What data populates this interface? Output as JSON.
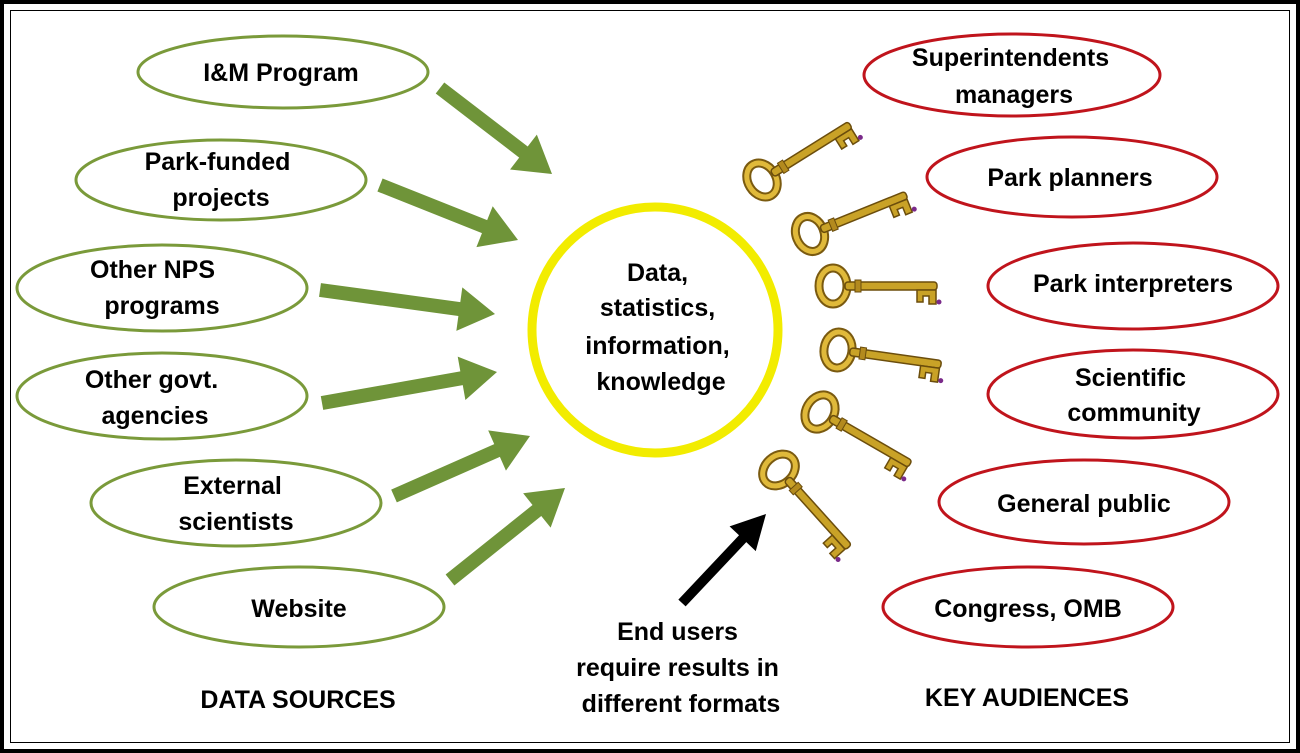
{
  "sources": [
    {
      "label": [
        "I&M Program"
      ]
    },
    {
      "label": [
        "Park-funded",
        "projects"
      ]
    },
    {
      "label": [
        "Other NPS",
        "programs"
      ]
    },
    {
      "label": [
        "Other govt.",
        "agencies"
      ]
    },
    {
      "label": [
        "External",
        "scientists"
      ]
    },
    {
      "label": [
        "Website"
      ]
    }
  ],
  "center": {
    "label": [
      "Data,",
      "statistics,",
      "information,",
      "knowledge"
    ]
  },
  "audiences": [
    {
      "label": [
        "Superintendents",
        "managers"
      ]
    },
    {
      "label": [
        "Park planners"
      ]
    },
    {
      "label": [
        "Park interpreters"
      ]
    },
    {
      "label": [
        "Scientific",
        "community"
      ]
    },
    {
      "label": [
        "General public"
      ]
    },
    {
      "label": [
        "Congress, OMB"
      ]
    }
  ],
  "end_users_note": [
    "End users",
    "require results in",
    "different formats"
  ],
  "section_labels": {
    "sources": "DATA SOURCES",
    "audiences": "KEY AUDIENCES"
  },
  "colors": {
    "source_outline": "#7a9a3a",
    "source_arrow": "#6f9439",
    "audience_outline": "#c0141c",
    "center_ring": "#f2ec00",
    "key_gold": "#c9a227",
    "note_arrow": "#000000"
  },
  "icons": {
    "key": "key-icon",
    "arrow": "arrow-icon"
  }
}
